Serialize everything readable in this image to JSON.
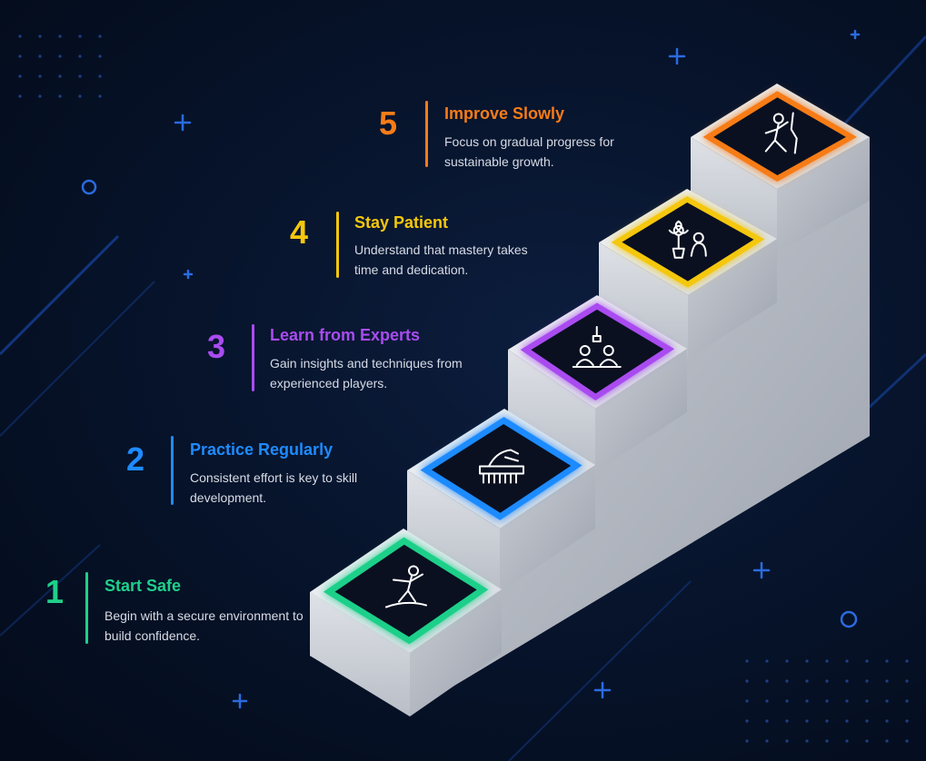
{
  "steps": [
    {
      "number": "1",
      "title": "Start Safe",
      "desc": "Begin with a secure environment to build confidence.",
      "color": "#1fd08a",
      "icon": "balance-walker-icon"
    },
    {
      "number": "2",
      "title": "Practice Regularly",
      "desc": "Consistent effort is key to skill development.",
      "color": "#1e8bff",
      "icon": "hand-piano-icon"
    },
    {
      "number": "3",
      "title": "Learn from Experts",
      "desc": "Gain insights and techniques from experienced players.",
      "color": "#a94cf0",
      "icon": "mentor-session-icon"
    },
    {
      "number": "4",
      "title": "Stay Patient",
      "desc": "Understand that mastery takes time and dedication.",
      "color": "#f5c70c",
      "icon": "flower-growth-icon"
    },
    {
      "number": "5",
      "title": "Improve Slowly",
      "desc": "Focus on gradual progress for sustainable growth.",
      "color": "#f77c18",
      "icon": "climber-icon"
    }
  ]
}
